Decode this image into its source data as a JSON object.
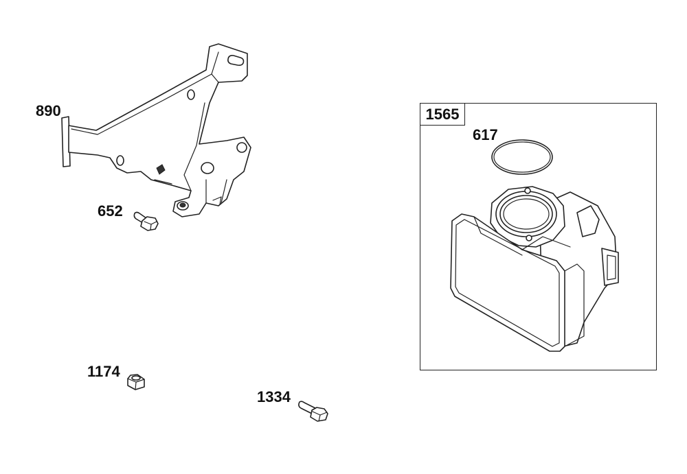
{
  "parts": {
    "bracket": {
      "label": "890"
    },
    "bracket_screw": {
      "label": "652"
    },
    "nut": {
      "label": "1174"
    },
    "screw": {
      "label": "1334"
    },
    "throttle_body_assembly": {
      "label": "1565"
    },
    "o_ring": {
      "label": "617"
    }
  }
}
